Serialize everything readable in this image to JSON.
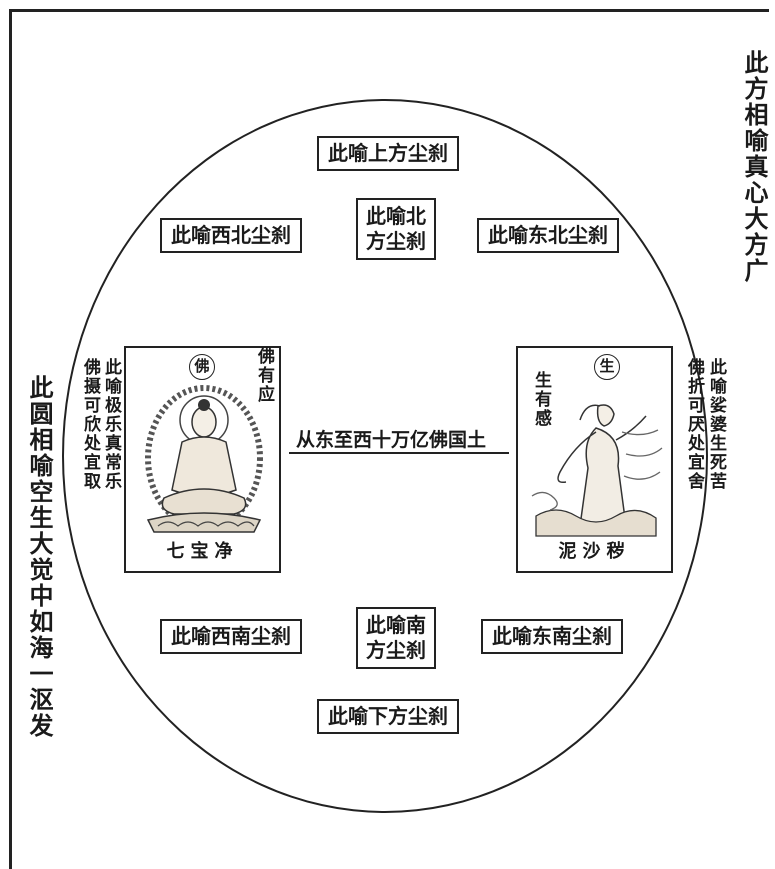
{
  "right_outer_text": "此方相喻真心大方广",
  "left_outer_text": "此圆相喻空生大觉中如海一沤发",
  "directions": {
    "top": "此喻上方尘刹",
    "north": [
      "此喻北",
      "方尘刹"
    ],
    "northwest": "此喻西北尘刹",
    "northeast": "此喻东北尘刹",
    "south": [
      "此喻南",
      "方尘刹"
    ],
    "southwest": "此喻西南尘刹",
    "southeast": "此喻东南尘刹",
    "bottom": "此喻下方尘刹"
  },
  "center_line": "从东至西十万亿佛国土",
  "left_card": {
    "mark": "佛",
    "caption": "七宝净",
    "side_text": "佛有应",
    "outer_col1": "此喻极乐真常乐",
    "outer_col2": "佛摄可欣处宜取"
  },
  "right_card": {
    "mark": "生",
    "caption": "泥沙秽",
    "side_text": "生有感",
    "outer_col1": "此喻娑婆生死苦",
    "outer_col2": "佛折可厌处宜舍"
  }
}
